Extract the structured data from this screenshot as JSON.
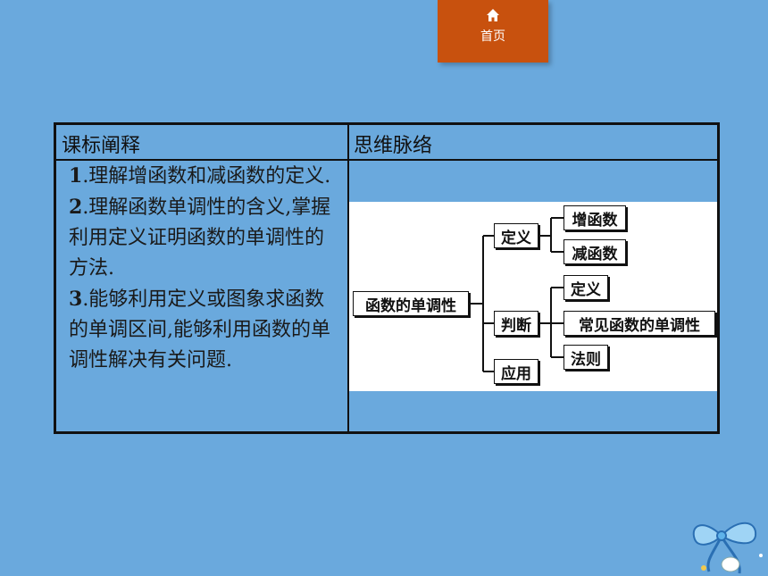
{
  "home": {
    "label": "首页",
    "icon": "home-icon"
  },
  "table": {
    "header_left": "课标阐释",
    "header_right": "思维脉络",
    "items": [
      {
        "num": "1",
        "text": ".理解增函数和减函数的定义."
      },
      {
        "num": "2",
        "text": ".理解函数单调性的含义,掌握利用定义证明函数的单调性的方法."
      },
      {
        "num": "3",
        "text": ".能够利用定义或图象求函数的单调区间,能够利用函数的单调性解决有关问题."
      }
    ]
  },
  "mindmap": {
    "root": "函数的单调性",
    "branch_definition": "定义",
    "branch_definition_children": [
      "增函数",
      "减函数"
    ],
    "branch_judgment": "判断",
    "branch_judgment_children": [
      "定义",
      "常见函数的单调性",
      "法则"
    ],
    "branch_application": "应用"
  },
  "colors": {
    "background": "#6aa9dd",
    "home_button": "#c8510e",
    "border": "#111111"
  }
}
